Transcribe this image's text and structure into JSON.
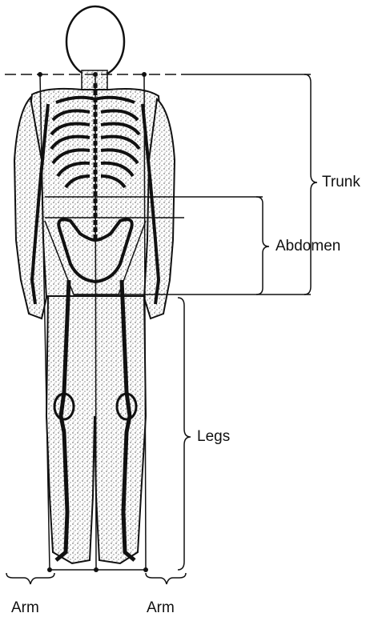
{
  "figure": {
    "labels": {
      "trunk": "Trunk",
      "abdomen": "Abdomen",
      "legs": "Legs",
      "arm_left": "Arm",
      "arm_right": "Arm"
    },
    "colors": {
      "ink": "#111111",
      "stipple": "#444444",
      "background": "#ffffff"
    }
  }
}
